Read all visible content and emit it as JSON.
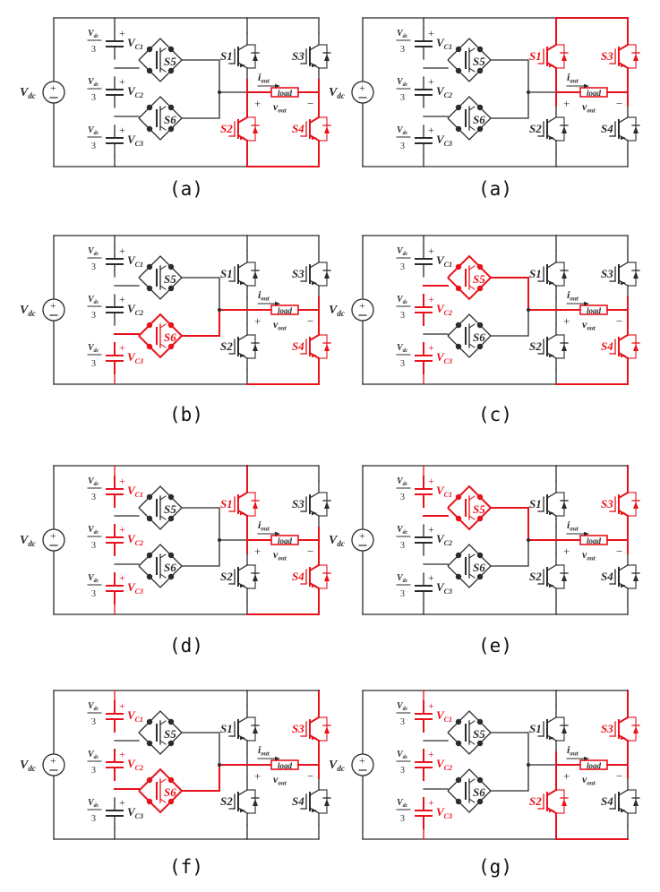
{
  "colors": {
    "wire": "#2b2b2b",
    "active": "#e8121c",
    "background": "#ffffff"
  },
  "labels": {
    "source": "V",
    "source_sub": "dc",
    "frac_top": "V",
    "frac_top_sub": "dc",
    "frac_bottom": "3",
    "cap_prefix": "V",
    "caps": [
      "C1",
      "C2",
      "C3"
    ],
    "bidir_switches": [
      "S5",
      "S6"
    ],
    "switches": [
      "S1",
      "S2",
      "S3",
      "S4"
    ],
    "current": "i",
    "current_sub": "out",
    "load": "load",
    "voltage": "v",
    "voltage_sub": "out",
    "plus": "+",
    "minus": "−"
  },
  "panels": [
    {
      "caption": "(a)",
      "active": [
        "S2",
        "S4"
      ]
    },
    {
      "caption": "(a)",
      "active": [
        "S1",
        "S3"
      ]
    },
    {
      "caption": "(b)",
      "active": [
        "S4",
        "VC3",
        "S6"
      ]
    },
    {
      "caption": "(c)",
      "active": [
        "S4",
        "VC2",
        "VC3",
        "S5"
      ]
    },
    {
      "caption": "(d)",
      "active": [
        "S1",
        "S4",
        "VC1",
        "VC2",
        "VC3"
      ]
    },
    {
      "caption": "(e)",
      "active": [
        "S3",
        "VC1",
        "S5"
      ]
    },
    {
      "caption": "(f)",
      "active": [
        "S3",
        "VC1",
        "VC2",
        "S6"
      ]
    },
    {
      "caption": "(g)",
      "active": [
        "S2",
        "S3",
        "VC1",
        "VC2",
        "VC3"
      ]
    }
  ]
}
